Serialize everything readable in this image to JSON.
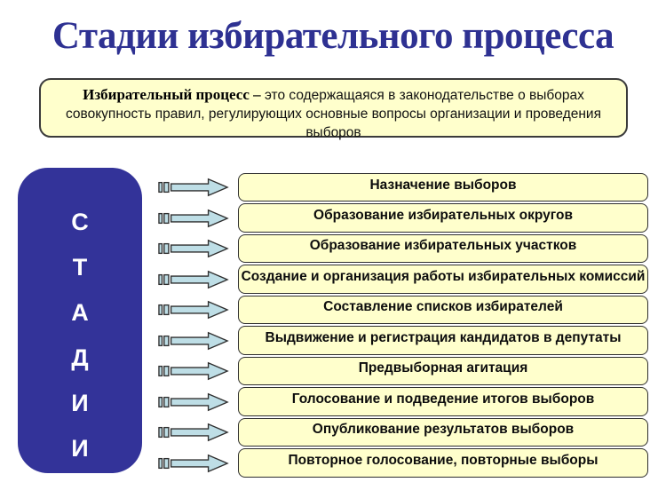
{
  "slide": {
    "title": "Стадии избирательного процесса",
    "definition": {
      "term": "Избирательный процесс –",
      "body": "это содержащаяся в законодательстве о выборах совокупность правил, регулирующих основные вопросы организации и проведения выборов"
    },
    "left_panel": {
      "letters": [
        "С",
        "Т",
        "А",
        "Д",
        "И",
        "И"
      ]
    },
    "stages": [
      "Назначение выборов",
      "Образование избирательных округов",
      "Образование избирательных участков",
      "Создание и организация работы избирательных комиссий",
      "Составление списков избирателей",
      "Выдвижение и регистрация кандидатов в депутаты",
      "Предвыборная агитация",
      "Голосование и подведение итогов выборов",
      "Опубликование результатов выборов",
      "Повторное голосование, повторные выборы"
    ],
    "colors": {
      "background": "#FFFFFF",
      "title_text": "#2E3192",
      "panel_bg": "#333399",
      "panel_text": "#FFFFFF",
      "box_bg": "#FFFFCC",
      "box_border": "#2E2E2E",
      "arrow_fill": "#BEDEE6",
      "arrow_stroke": "#2F2F2F",
      "body_text": "#111111"
    }
  }
}
